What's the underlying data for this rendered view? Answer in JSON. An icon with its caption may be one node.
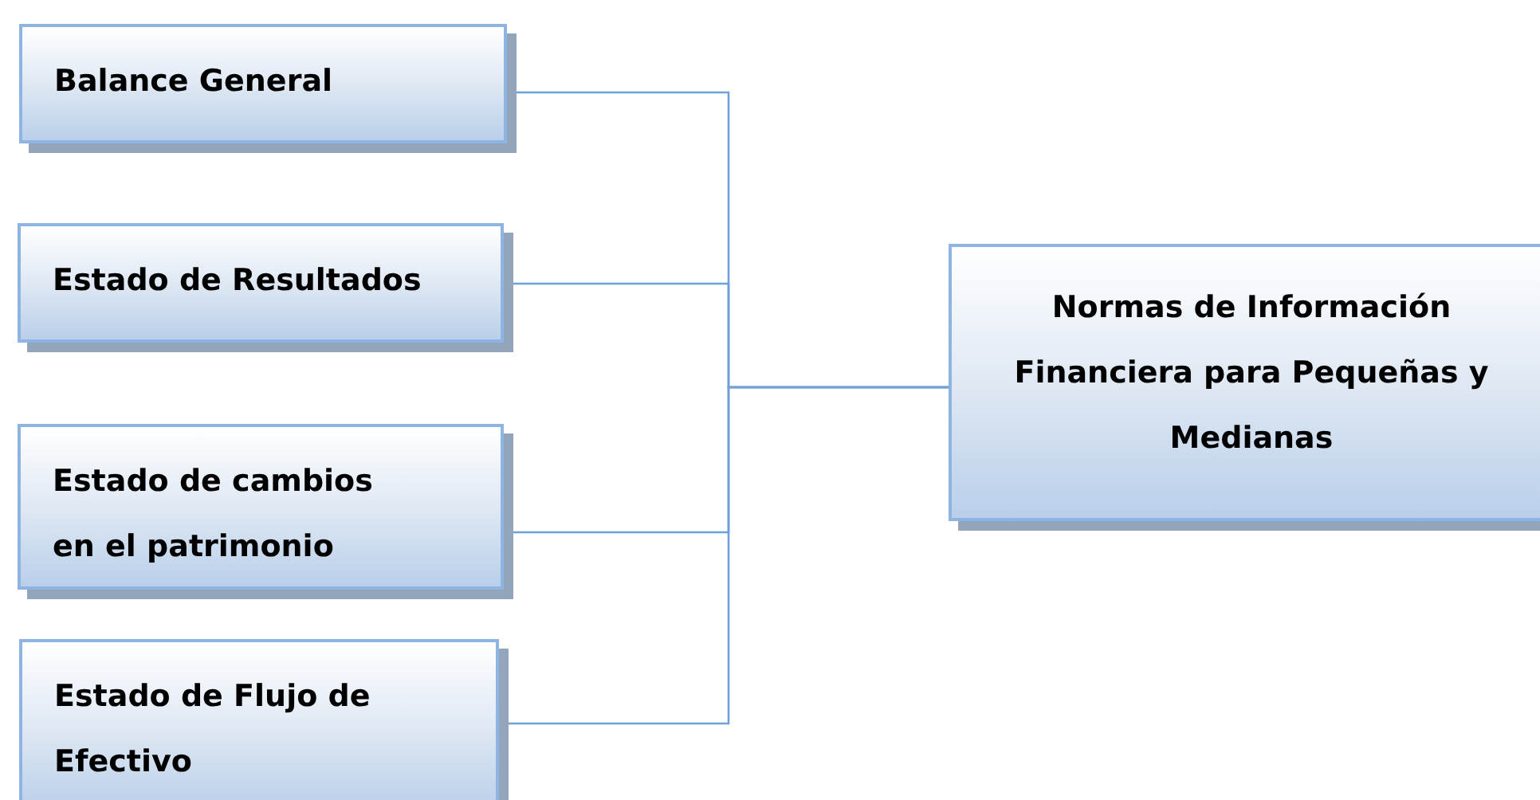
{
  "diagram": {
    "nodes": [
      {
        "text": [
          "Balance General"
        ]
      },
      {
        "text": [
          "Estado de Resultados"
        ]
      },
      {
        "text": [
          "Estado de cambios en el patrimonio"
        ]
      },
      {
        "text": [
          "Estado de Flujo de Efectivo"
        ]
      },
      {
        "text": [
          "Normas de Información Financiera para Pequeñas y Medianas"
        ]
      }
    ],
    "edges": [
      {
        "from": 0,
        "to": 4,
        "arrow": "none"
      },
      {
        "from": 1,
        "to": 4,
        "arrow": "none"
      },
      {
        "from": 2,
        "to": 4,
        "arrow": "none"
      },
      {
        "from": 3,
        "to": 4,
        "arrow": "none"
      }
    ]
  }
}
